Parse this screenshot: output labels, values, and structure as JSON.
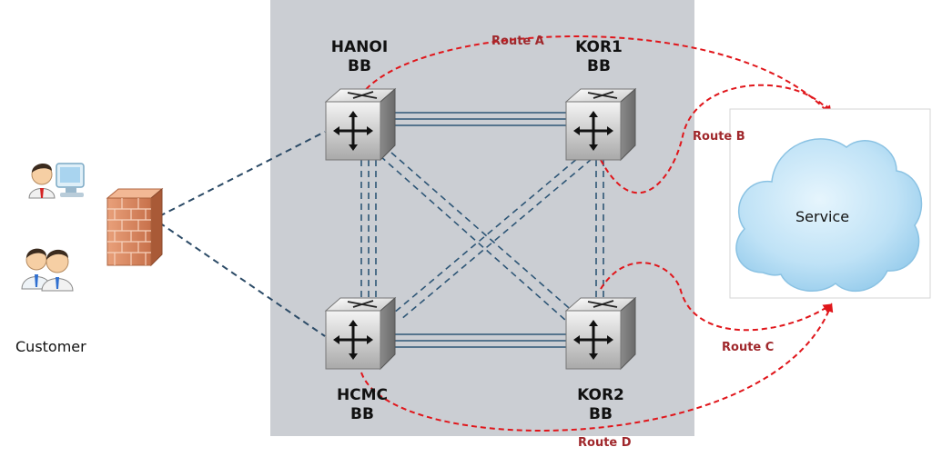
{
  "nodes": {
    "hanoi": {
      "name": "HANOI",
      "role": "BB"
    },
    "kor1": {
      "name": "KOR1",
      "role": "BB"
    },
    "hcmc": {
      "name": "HCMC",
      "role": "BB"
    },
    "kor2": {
      "name": "KOR2",
      "role": "BB"
    }
  },
  "routes": {
    "a": "Route A",
    "b": "Route B",
    "c": "Route C",
    "d": "Route D"
  },
  "customer": {
    "label": "Customer"
  },
  "service": {
    "label": "Service"
  },
  "colors": {
    "backbone_panel": "#cbced3",
    "route_line": "#e0161b",
    "route_text": "#a0282c",
    "backbone_link": "#2e5676",
    "access_link": "#2b4a66",
    "cloud_fill": "#b7dcf2"
  },
  "icons": [
    "router-icon",
    "firewall-icon",
    "user-pc-icon",
    "users-icon",
    "cloud-icon"
  ]
}
